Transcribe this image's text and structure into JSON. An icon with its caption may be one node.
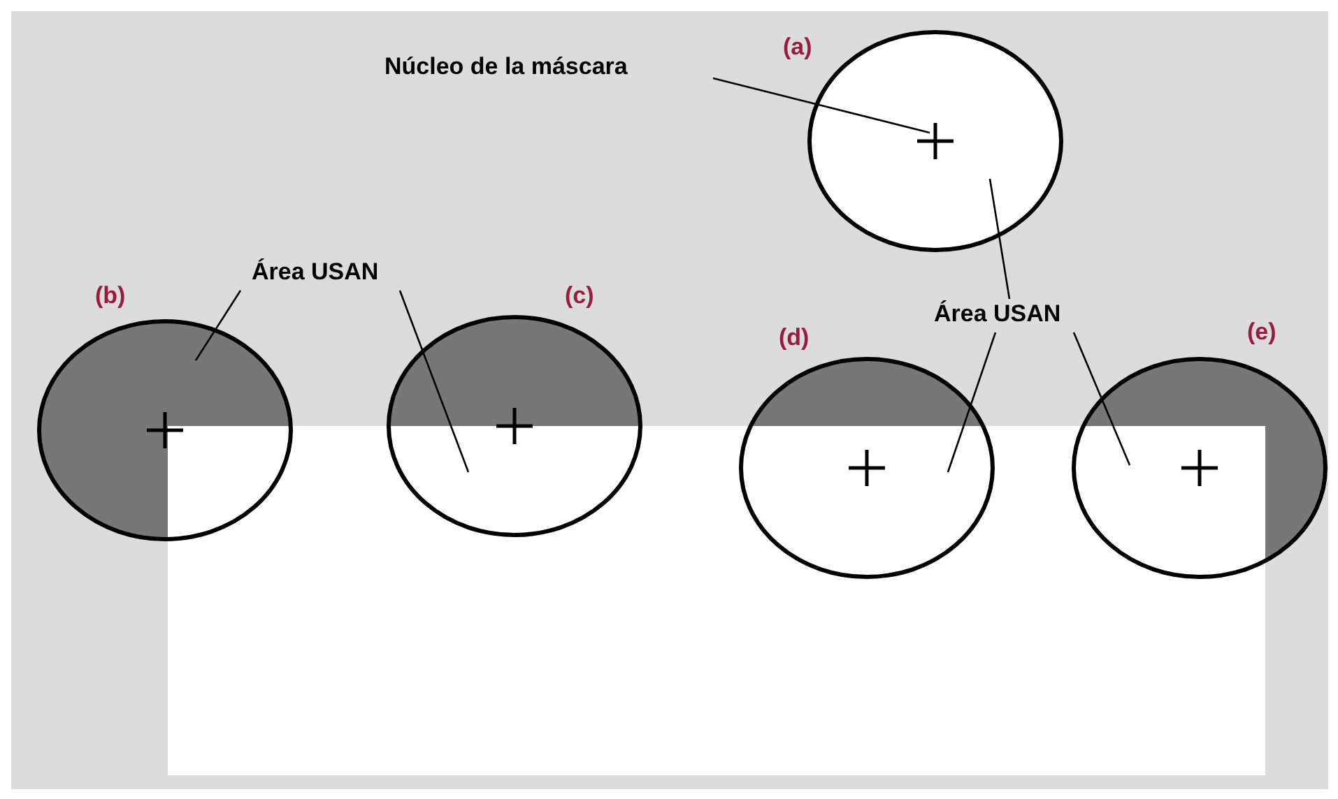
{
  "diagram": {
    "nodes": [
      {
        "text": [
          "Núcleo de la máscara"
        ]
      },
      {
        "text": [],
        "shape": "circle",
        "beside": [
          "(a)"
        ]
      },
      {
        "text": [],
        "shape": "cross",
        "in": 1
      },
      {
        "text": [
          "Área USAN"
        ]
      },
      {
        "text": [],
        "shape": "circle",
        "beside": [
          "(b)"
        ]
      },
      {
        "text": [],
        "shape": "circle",
        "beside": [
          "(c)"
        ]
      },
      {
        "text": [
          "Área USAN"
        ]
      },
      {
        "text": [],
        "shape": "circle",
        "beside": [
          "(d)"
        ]
      },
      {
        "text": [],
        "shape": "circle",
        "beside": [
          "(e)"
        ]
      }
    ],
    "edges": [
      {
        "from": 0,
        "to": 2,
        "arrow": "none"
      },
      {
        "from": 3,
        "to": 4,
        "arrow": "none"
      },
      {
        "from": 3,
        "to": 5,
        "arrow": "none"
      },
      {
        "from": 6,
        "to": 1,
        "arrow": "none"
      },
      {
        "from": 6,
        "to": 7,
        "arrow": "none"
      },
      {
        "from": 6,
        "to": 8,
        "arrow": "none"
      }
    ]
  }
}
